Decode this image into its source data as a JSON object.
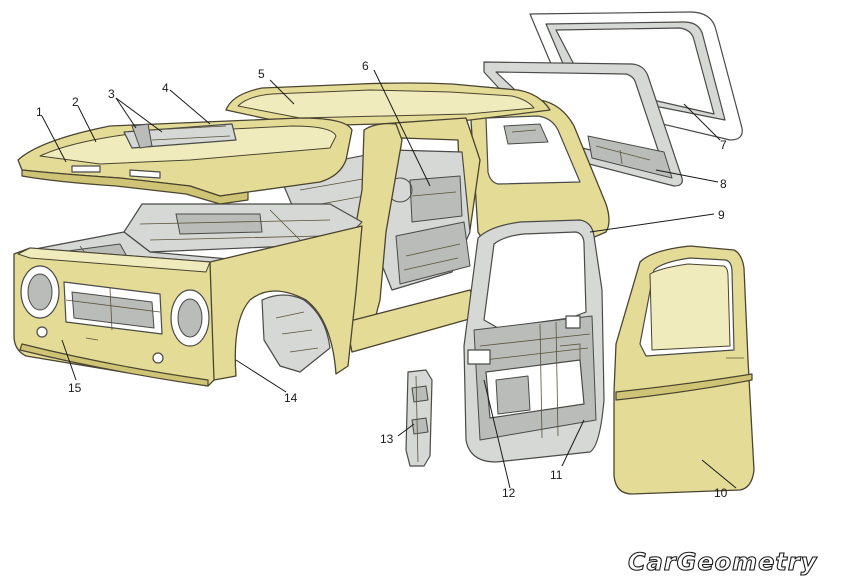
{
  "diagram": {
    "callouts": [
      {
        "id": "1",
        "label": "1"
      },
      {
        "id": "2",
        "label": "2"
      },
      {
        "id": "3",
        "label": "3"
      },
      {
        "id": "4",
        "label": "4"
      },
      {
        "id": "5",
        "label": "5"
      },
      {
        "id": "6",
        "label": "6"
      },
      {
        "id": "7",
        "label": "7"
      },
      {
        "id": "8",
        "label": "8"
      },
      {
        "id": "9",
        "label": "9"
      },
      {
        "id": "10",
        "label": "10"
      },
      {
        "id": "11",
        "label": "11"
      },
      {
        "id": "12",
        "label": "12"
      },
      {
        "id": "13",
        "label": "13"
      },
      {
        "id": "14",
        "label": "14"
      },
      {
        "id": "15",
        "label": "15"
      }
    ],
    "colors": {
      "body_panel": "#e4dc96",
      "bare_metal": "#d6d8d5",
      "outline": "#4a4430",
      "watermark_outline": "#1a1a1a"
    }
  },
  "watermark": {
    "text": "CarGeometry"
  }
}
